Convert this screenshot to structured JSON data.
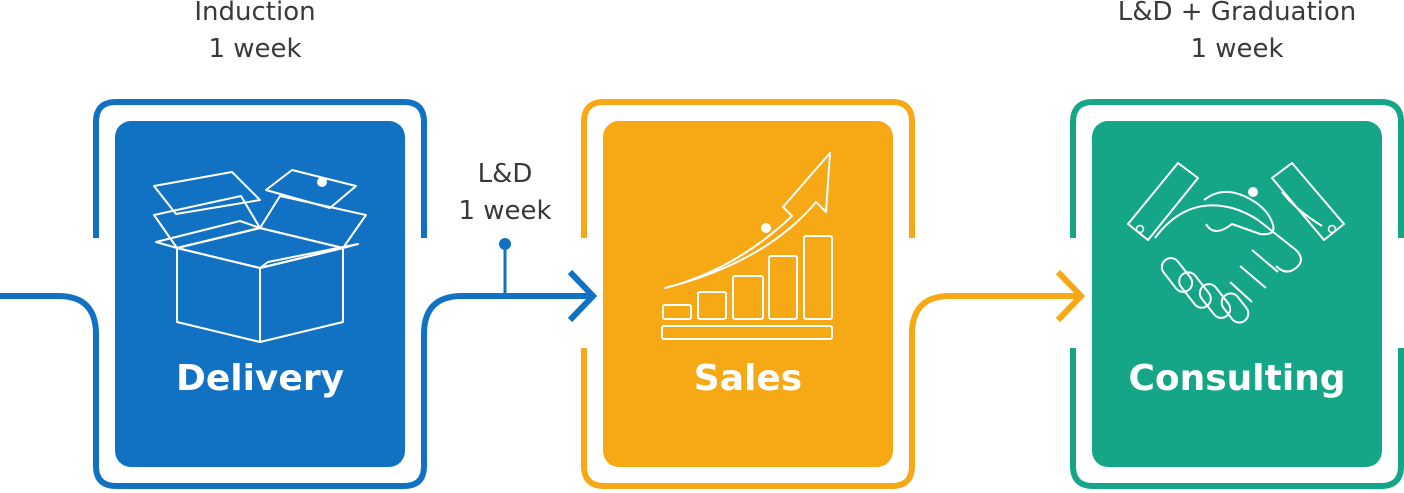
{
  "stages": [
    {
      "title": "Delivery",
      "color": "#1172c4",
      "icon": "open-box-icon"
    },
    {
      "title": "Sales",
      "color": "#f6a815",
      "icon": "growth-chart-icon"
    },
    {
      "title": "Consulting",
      "color": "#15a688",
      "icon": "handshake-icon"
    }
  ],
  "labels": {
    "induction": {
      "name": "Induction",
      "duration": "1 week"
    },
    "ld": {
      "name": "L&D",
      "duration": "1 week"
    },
    "graduation": {
      "name": "L&D + Graduation",
      "duration": "1 week"
    }
  }
}
